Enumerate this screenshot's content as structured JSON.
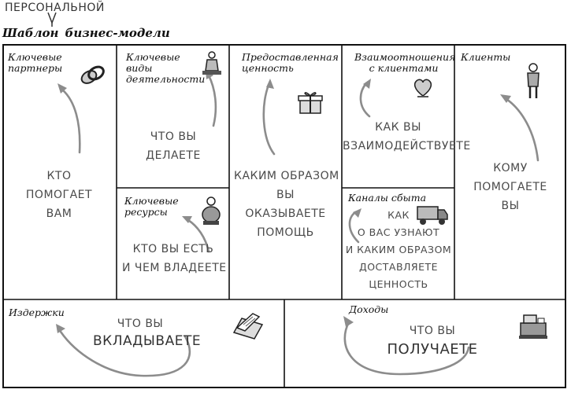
{
  "header": {
    "insert_word": "ПЕРСОНАЛЬНОЙ",
    "title_part1": "Шаблон",
    "title_part2": "бизнес-модели"
  },
  "blocks": {
    "partners": {
      "label": "Ключевые партнеры",
      "question": [
        "КТО",
        "ПОМОГАЕТ",
        "ВАМ"
      ],
      "icon": "chain-link-icon"
    },
    "activities": {
      "label": "Ключевые виды деятельности",
      "question": [
        "ЧТО ВЫ",
        "ДЕЛАЕТЕ"
      ],
      "icon": "worker-icon"
    },
    "resources": {
      "label": "Ключевые ресурсы",
      "question": [
        "КТО ВЫ ЕСТЬ",
        "И ЧЕМ ВЛАДЕЕТЕ"
      ],
      "icon": "resource-person-icon"
    },
    "value": {
      "label": "Предоставленная ценность",
      "question": [
        "КАКИМ ОБРАЗОМ",
        "ВЫ",
        "ОКАЗЫВАЕТЕ",
        "ПОМОЩЬ"
      ],
      "icon": "gift-icon"
    },
    "relationships": {
      "label": "Взаимоотношения с клиентами",
      "question": [
        "КАК ВЫ",
        "ВЗАИМОДЕЙСТВУЕТЕ"
      ],
      "icon": "heart-icon"
    },
    "channels": {
      "label": "Каналы сбыта",
      "question": [
        "КАК",
        "О ВАС УЗНАЮТ",
        "И КАКИМ ОБРАЗОМ",
        "ДОСТАВЛЯЕТЕ",
        "ЦЕННОСТЬ"
      ],
      "icon": "truck-icon"
    },
    "customers": {
      "label": "Клиенты",
      "question": [
        "КОМУ",
        "ПОМОГАЕТЕ",
        "ВЫ"
      ],
      "icon": "person-icon"
    },
    "costs": {
      "label": "Издержки",
      "question": [
        "ЧТО ВЫ",
        "ВКЛАДЫВАЕТЕ"
      ],
      "icon": "invoice-icon"
    },
    "revenue": {
      "label": "Доходы",
      "question": [
        "ЧТО ВЫ",
        "ПОЛУЧАЕТЕ"
      ],
      "icon": "cash-register-icon"
    }
  }
}
